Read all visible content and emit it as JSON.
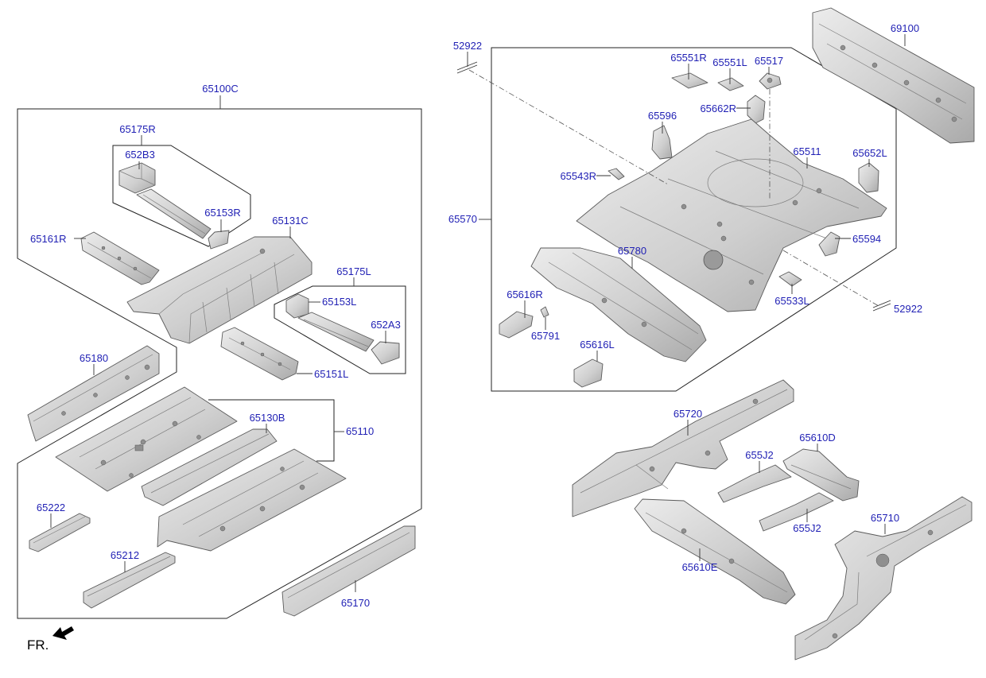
{
  "labels": {
    "p65100C": "65100C",
    "p65175R": "65175R",
    "p652B3": "652B3",
    "p65153R": "65153R",
    "p65161R": "65161R",
    "p65131C": "65131C",
    "p65175L": "65175L",
    "p65153L": "65153L",
    "p652A3": "652A3",
    "p65151L": "65151L",
    "p65180": "65180",
    "p65130B": "65130B",
    "p65110": "65110",
    "p65222": "65222",
    "p65212": "65212",
    "p65170": "65170",
    "p52922a": "52922",
    "p52922b": "52922",
    "p65551R": "65551R",
    "p65551L": "65551L",
    "p65517": "65517",
    "p65662R": "65662R",
    "p65596": "65596",
    "p65511": "65511",
    "p65652L": "65652L",
    "p65543R": "65543R",
    "p65570": "65570",
    "p65594": "65594",
    "p65780": "65780",
    "p65616R": "65616R",
    "p65791": "65791",
    "p65533L": "65533L",
    "p65616L": "65616L",
    "p69100": "69100",
    "p65720": "65720",
    "p65610D": "65610D",
    "p655J2a": "655J2",
    "p655J2b": "655J2",
    "p65610E": "65610E",
    "p65710": "65710"
  },
  "orientation": {
    "text": "FR."
  },
  "colors": {
    "label": "#1f1fb4",
    "part_light": "#e4e4e4",
    "part_dark": "#a8a8a8",
    "outline": "#5a5a5a"
  }
}
